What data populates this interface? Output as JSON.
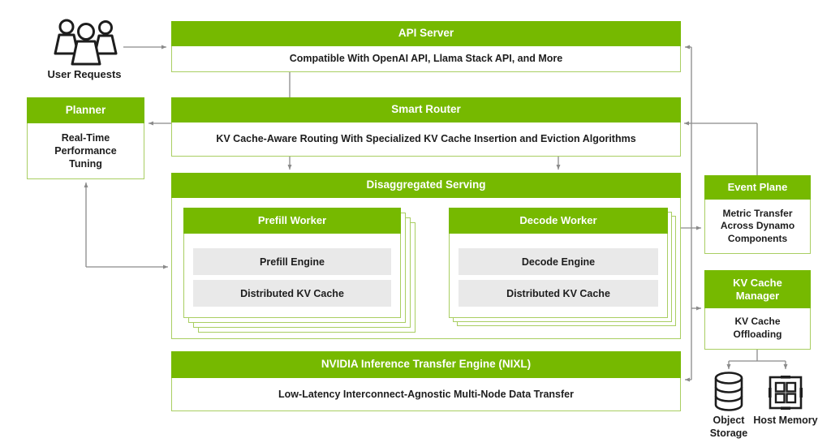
{
  "colors": {
    "nvidia_green": "#76b900",
    "light_green_border": "#a9ce62",
    "gray_item_fill": "#e9e9e9",
    "connector_gray": "#8a8a8a",
    "text_dark": "#1d1d1d"
  },
  "user_requests": {
    "label": "User Requests"
  },
  "api_server": {
    "title": "API Server",
    "subtitle": "Compatible With OpenAI API, Llama Stack API, and More"
  },
  "smart_router": {
    "title": "Smart Router",
    "subtitle": "KV Cache-Aware Routing With Specialized KV Cache Insertion and Eviction Algorithms"
  },
  "planner": {
    "title": "Planner",
    "subtitle": "Real-Time Performance Tuning"
  },
  "disaggregated_serving": {
    "title": "Disaggregated Serving",
    "prefill_worker": {
      "title": "Prefill Worker",
      "items": [
        "Prefill Engine",
        "Distributed KV Cache"
      ]
    },
    "decode_worker": {
      "title": "Decode Worker",
      "items": [
        "Decode Engine",
        "Distributed KV Cache"
      ]
    }
  },
  "nixl": {
    "title": "NVIDIA Inference Transfer Engine (NIXL)",
    "subtitle": "Low-Latency Interconnect-Agnostic Multi-Node Data Transfer"
  },
  "event_plane": {
    "title": "Event Plane",
    "subtitle": "Metric Transfer Across Dynamo Components"
  },
  "kv_cache_manager": {
    "title": "KV Cache Manager",
    "subtitle": "KV Cache Offloading"
  },
  "storage": {
    "object_storage_label": "Object Storage",
    "host_memory_label": "Host Memory"
  }
}
